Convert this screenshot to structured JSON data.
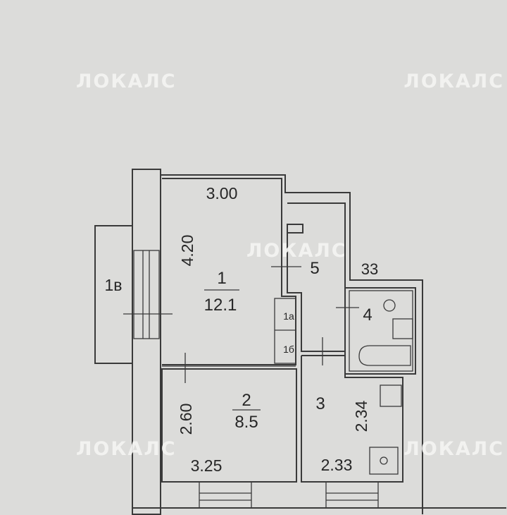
{
  "watermark": "ЛОКАЛС",
  "rooms": [
    {
      "id": "1",
      "area": "12.1",
      "width": "3.00",
      "length": "4.20"
    },
    {
      "id": "2",
      "area": "8.5",
      "width": "3.25",
      "length": "2.60"
    },
    {
      "id": "3",
      "width": "2.33",
      "length": "2.34"
    },
    {
      "id": "4"
    },
    {
      "id": "5"
    },
    {
      "id": "1а"
    },
    {
      "id": "1б"
    },
    {
      "id": "1в"
    }
  ],
  "extra_label": "33"
}
